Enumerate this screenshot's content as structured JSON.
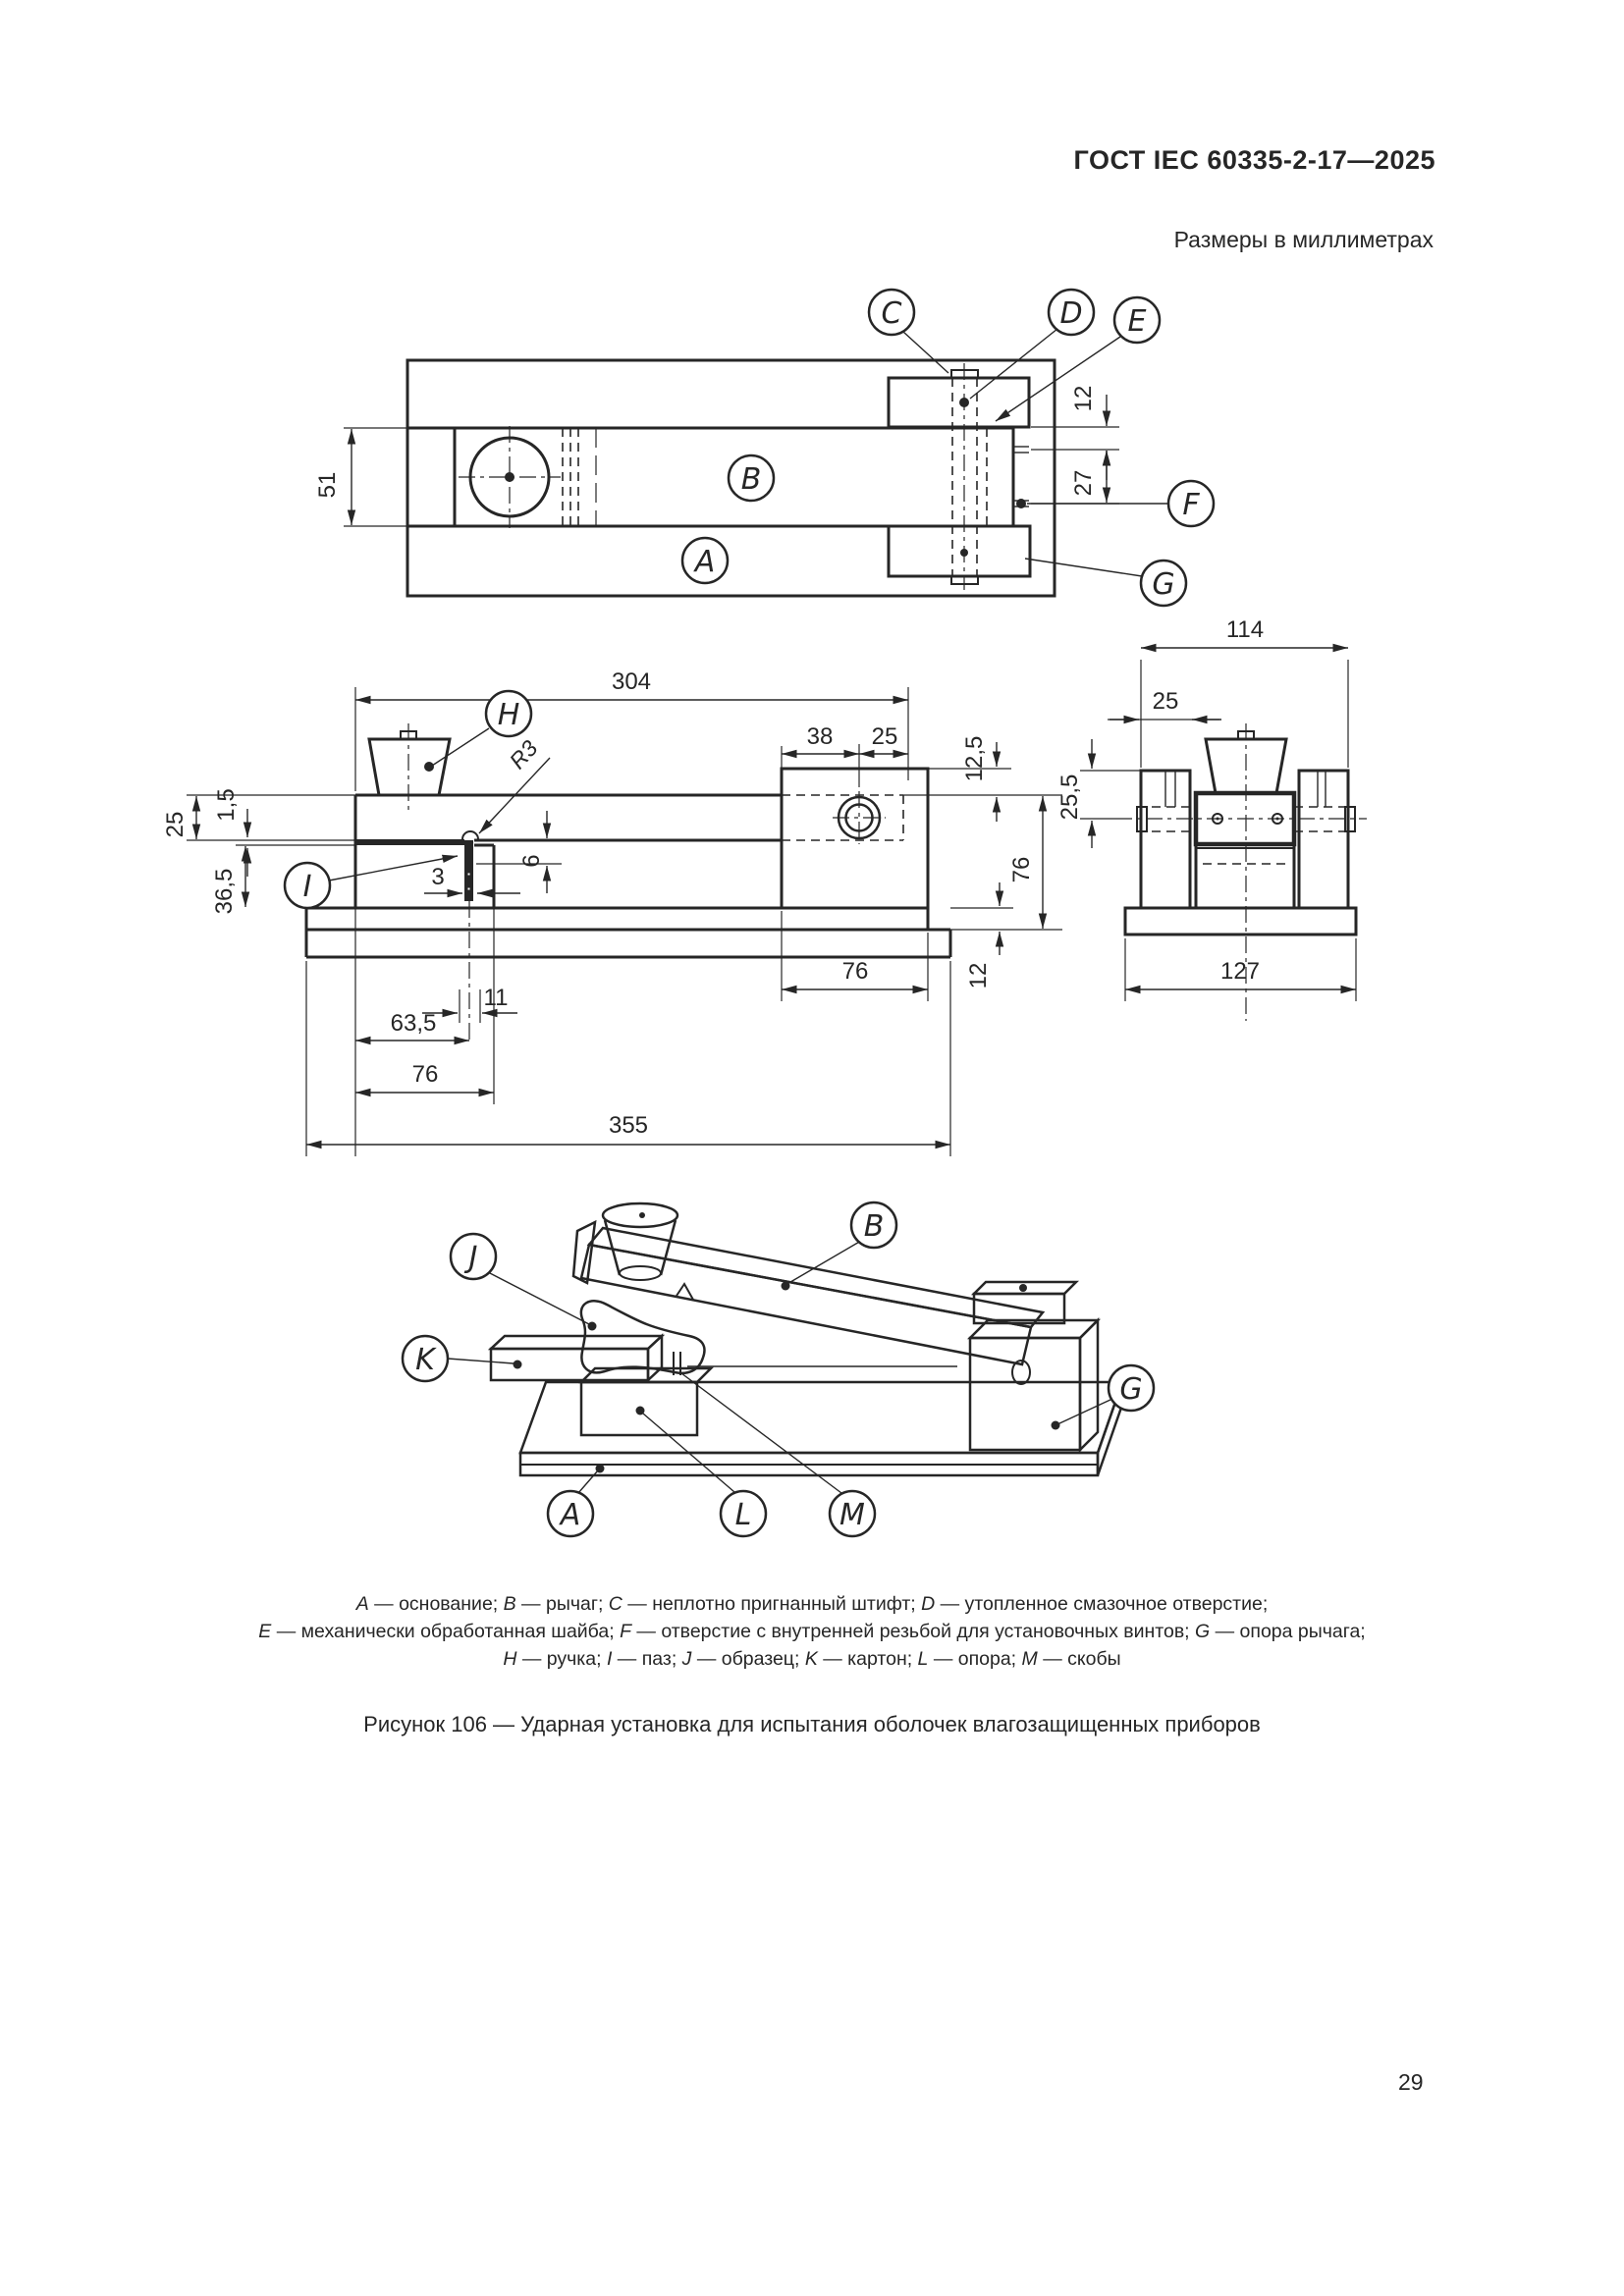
{
  "header": {
    "title": "ГОСТ IEC 60335-2-17—2025",
    "units_note": "Размеры в миллиметрах"
  },
  "figure": {
    "caption": "Рисунок 106 — Ударная установка для испытания оболочек влагозащищенных приборов",
    "page_number": "29"
  },
  "balloons": {
    "a": "A",
    "b": "B",
    "c": "C",
    "d": "D",
    "e": "E",
    "f": "F",
    "g": "G",
    "h": "H",
    "i": "I",
    "j": "J",
    "k": "K",
    "l": "L",
    "m": "M"
  },
  "dims": {
    "top_lever_width": "51",
    "top_pin_protrusion": "12",
    "top_hole_offset": "27",
    "side_lever_length": "304",
    "side_pivot_to_block": "38",
    "side_pivot_to_end": "25",
    "side_pivot_depth": "12,5",
    "side_lever_height": "25",
    "side_card_thickness": "1,5",
    "side_support_height": "36,5",
    "side_edge_radius": "R3",
    "side_slot_depth": "6",
    "side_slot_width": "3",
    "side_slot_center": "11",
    "side_slot_offset": "63,5",
    "side_support_length": "76",
    "side_total_length": "355",
    "side_block_length": "76",
    "side_height": "76",
    "side_base_thickness": "12",
    "end_width": "114",
    "end_post_width": "25",
    "end_pivot_offset": "25,5",
    "end_base_width": "127"
  },
  "legend": {
    "items": [
      {
        "letter": "A",
        "text": " — основание; "
      },
      {
        "letter": "B",
        "text": " — рычаг; "
      },
      {
        "letter": "C",
        "text": " — неплотно пригнанный штифт; "
      },
      {
        "letter": "D",
        "text": " — утопленное смазочное отверстие;"
      },
      {
        "letter": "E",
        "text": " — механически обработанная шайба; "
      },
      {
        "letter": "F",
        "text": " — отверстие с внутренней резьбой для установочных винтов; "
      },
      {
        "letter": "G",
        "text": " — опора рычага;"
      },
      {
        "letter": "H",
        "text": " — ручка; "
      },
      {
        "letter": "I",
        "text": " — паз; "
      },
      {
        "letter": "J",
        "text": " — образец; "
      },
      {
        "letter": "K",
        "text": " — картон; "
      },
      {
        "letter": "L",
        "text": " — опора; "
      },
      {
        "letter": "M",
        "text": " — скобы"
      }
    ]
  },
  "colors": {
    "ink": "#262626",
    "paper": "#ffffff"
  }
}
